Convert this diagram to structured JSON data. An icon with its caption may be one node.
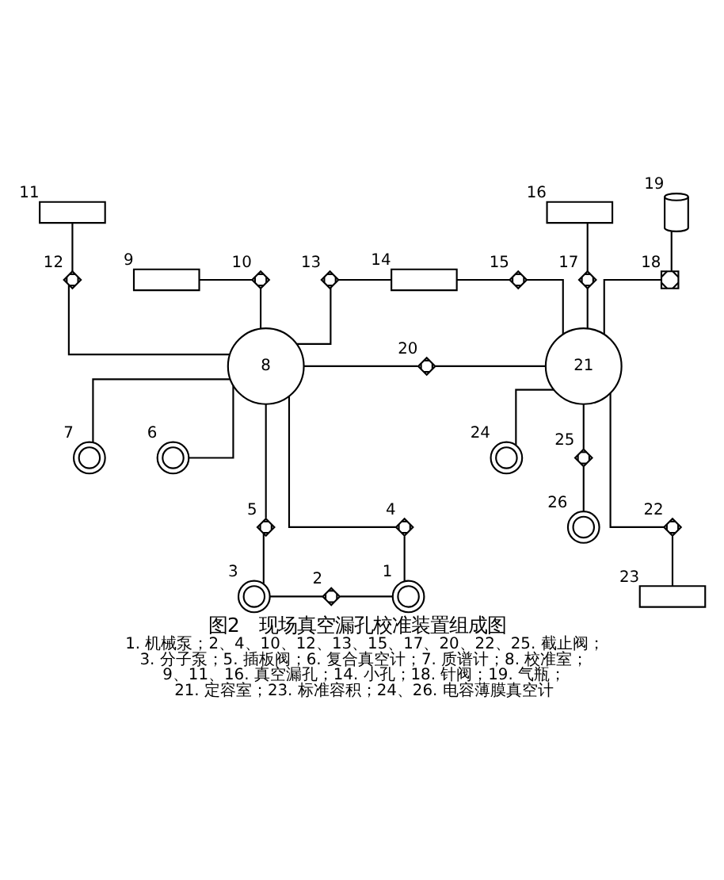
{
  "diagram": {
    "title": "图2　现场真空漏孔校准装置组成图",
    "caption": "1. 机械泵；2、4、10、12、13、15、17、20、22、25. 截止阀；3. 分子泵；5. 插板阀；6. 复合真空计；7. 质谱计；8. 校准室；9、11、16. 真空漏孔；14. 小孔；18. 针阀；19. 气瓶；21. 定容室；23. 标准容积；24、26. 电容薄膜真空计",
    "nodes": [
      {
        "text": [],
        "shape": "box",
        "beside": [
          "11"
        ]
      },
      {
        "text": [],
        "shape": "box",
        "beside": [
          "16"
        ]
      },
      {
        "text": [],
        "shape": "cylinder",
        "beside": [
          "19"
        ]
      },
      {
        "text": [],
        "shape": "valve",
        "beside": [
          "12"
        ]
      },
      {
        "text": [],
        "shape": "valve",
        "beside": [
          "17"
        ]
      },
      {
        "text": [],
        "shape": "box",
        "beside": [
          "9"
        ]
      },
      {
        "text": [],
        "shape": "valve",
        "beside": [
          "10"
        ]
      },
      {
        "text": [],
        "shape": "valve",
        "beside": [
          "13"
        ]
      },
      {
        "text": [],
        "shape": "box",
        "beside": [
          "14"
        ]
      },
      {
        "text": [],
        "shape": "valve",
        "beside": [
          "15"
        ]
      },
      {
        "text": [],
        "shape": "cross",
        "beside": [
          "18"
        ]
      },
      {
        "text": [],
        "shape": "circle",
        "beside": [
          "7"
        ]
      },
      {
        "text": [
          "8"
        ]
      },
      {
        "text": [],
        "shape": "valve",
        "beside": [
          "20"
        ]
      },
      {
        "text": [
          "21"
        ]
      },
      {
        "text": [],
        "shape": "circle",
        "beside": [
          "6"
        ]
      },
      {
        "text": [],
        "shape": "circle",
        "beside": [
          "24"
        ]
      },
      {
        "text": [],
        "shape": "valve",
        "beside": [
          "25"
        ]
      },
      {
        "text": [],
        "shape": "valve",
        "beside": [
          "5"
        ]
      },
      {
        "text": [],
        "shape": "valve",
        "beside": [
          "22"
        ]
      },
      {
        "text": [],
        "shape": "circle",
        "beside": [
          "26"
        ]
      },
      {
        "text": [],
        "shape": "box",
        "beside": [
          "23"
        ]
      },
      {
        "text": [],
        "shape": "valve",
        "beside": [
          "4"
        ]
      },
      {
        "text": [],
        "shape": "circle",
        "beside": [
          "3"
        ]
      },
      {
        "text": [],
        "shape": "valve",
        "beside": [
          "2"
        ]
      },
      {
        "text": [],
        "shape": "circle",
        "beside": [
          "1"
        ]
      }
    ],
    "edges": [
      {
        "from": 0,
        "to": 3,
        "arrow": "none"
      },
      {
        "from": 3,
        "to": 12,
        "arrow": "none"
      },
      {
        "from": 5,
        "to": 6,
        "arrow": "none"
      },
      {
        "from": 6,
        "to": 12,
        "arrow": "none"
      },
      {
        "from": 7,
        "to": 12,
        "arrow": "none"
      },
      {
        "from": 7,
        "to": 8,
        "arrow": "none"
      },
      {
        "from": 8,
        "to": 9,
        "arrow": "none"
      },
      {
        "from": 9,
        "to": 14,
        "arrow": "none"
      },
      {
        "from": 1,
        "to": 4,
        "arrow": "none"
      },
      {
        "from": 4,
        "to": 14,
        "arrow": "none"
      },
      {
        "from": 14,
        "to": 10,
        "arrow": "none"
      },
      {
        "from": 10,
        "to": 2,
        "arrow": "none"
      },
      {
        "from": 11,
        "to": 12,
        "arrow": "none"
      },
      {
        "from": 15,
        "to": 12,
        "arrow": "none"
      },
      {
        "from": 12,
        "to": 13,
        "arrow": "none"
      },
      {
        "from": 13,
        "to": 14,
        "arrow": "none"
      },
      {
        "from": 12,
        "to": 22,
        "arrow": "none"
      },
      {
        "from": 22,
        "to": 25,
        "arrow": "none"
      },
      {
        "from": 12,
        "to": 18,
        "arrow": "none"
      },
      {
        "from": 18,
        "to": 23,
        "arrow": "none"
      },
      {
        "from": 23,
        "to": 24,
        "arrow": "none"
      },
      {
        "from": 24,
        "to": 25,
        "arrow": "none"
      },
      {
        "from": 14,
        "to": 16,
        "arrow": "none"
      },
      {
        "from": 14,
        "to": 17,
        "arrow": "none"
      },
      {
        "from": 17,
        "to": 20,
        "arrow": "none"
      },
      {
        "from": 14,
        "to": 19,
        "arrow": "none"
      },
      {
        "from": 19,
        "to": 21,
        "arrow": "none"
      }
    ]
  }
}
